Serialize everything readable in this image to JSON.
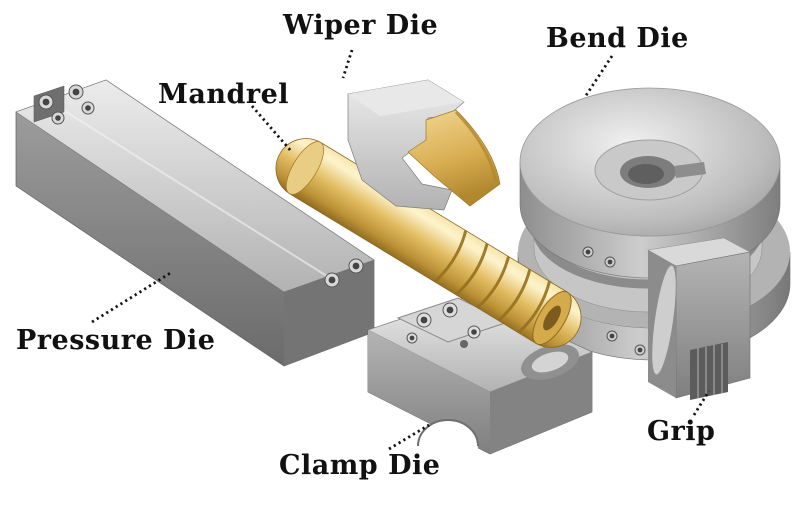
{
  "labels": {
    "wiper_die": "Wiper Die",
    "bend_die": "Bend Die",
    "mandrel": "Mandrel",
    "pressure_die": "Pressure Die",
    "clamp_die": "Clamp Die",
    "grip": "Grip"
  },
  "colors": {
    "background": "#ffffff",
    "label_text": "#111111",
    "leader_line": "#141414",
    "steel_light": "#e8e8e8",
    "steel_mid": "#a8a8a8",
    "steel_dark": "#6e6e6e",
    "brass_light": "#f6e6ae",
    "brass_mid": "#d9ae52",
    "brass_dark": "#93702a"
  }
}
